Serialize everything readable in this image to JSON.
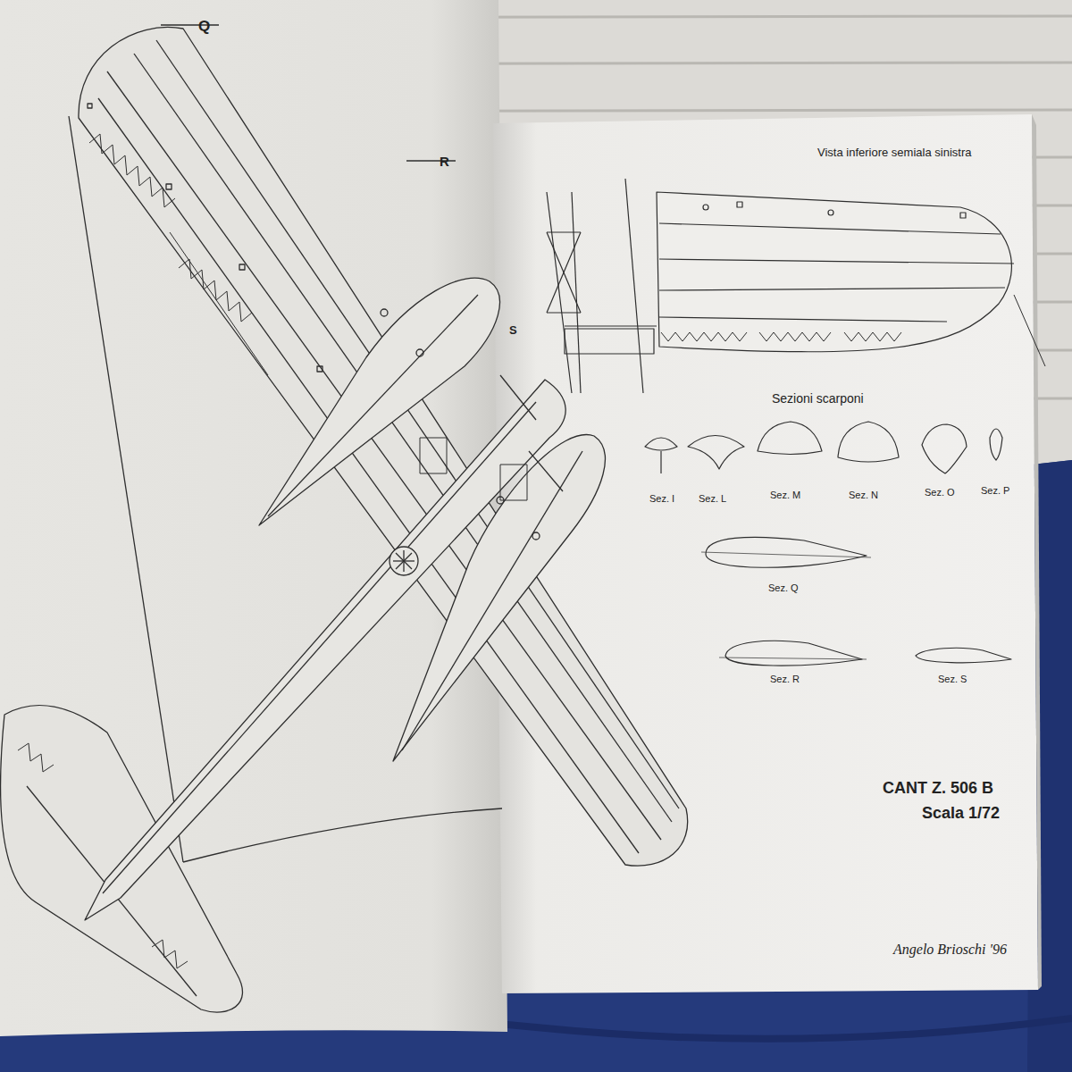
{
  "diagram": {
    "labels": [
      "Q",
      "R",
      "S",
      "Vista inferiore semiala sinistra",
      "Sezioni scarponi",
      "Sez. I",
      "Sez. L",
      "Sez. M",
      "Sez. N",
      "Sez. O",
      "Sez. P",
      "Sez. Q",
      "Sez. R",
      "Sez. S",
      "CANT Z. 506 B",
      "Scala 1/72",
      "Angelo Brioschi '96"
    ]
  }
}
